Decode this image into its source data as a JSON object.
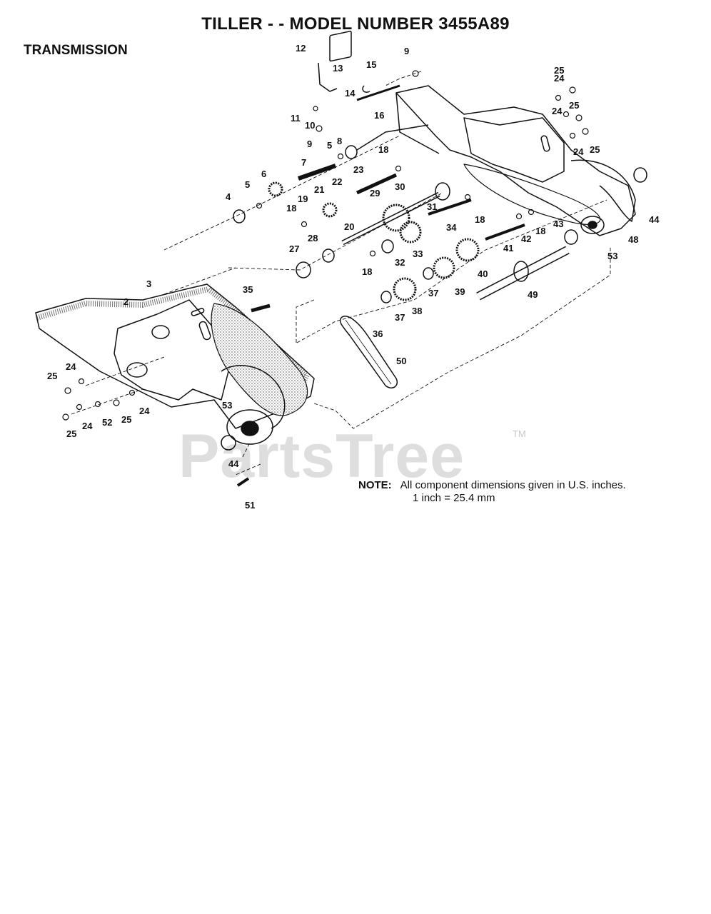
{
  "header": {
    "title": "TILLER - - MODEL NUMBER 3455A89",
    "section": "TRANSMISSION"
  },
  "watermark": {
    "text": "PartsTree",
    "tm": "TM"
  },
  "note": {
    "label": "NOTE:",
    "line1": "All component dimensions given in U.S. inches.",
    "line2": "1 inch = 25.4 mm"
  },
  "callouts": [
    "12",
    "13",
    "15",
    "9",
    "14",
    "16",
    "11",
    "10",
    "9",
    "8",
    "5",
    "7",
    "18",
    "23",
    "6",
    "5",
    "4",
    "21",
    "22",
    "19",
    "18",
    "20",
    "29",
    "30",
    "31",
    "18",
    "34",
    "28",
    "27",
    "32",
    "33",
    "18",
    "40",
    "41",
    "42",
    "18",
    "43",
    "35",
    "37",
    "39",
    "38",
    "37",
    "36",
    "49",
    "50",
    "3",
    "2",
    "24",
    "25",
    "24",
    "25",
    "24",
    "25",
    "24",
    "24",
    "25",
    "52",
    "25",
    "24",
    "25",
    "53",
    "44",
    "51",
    "44",
    "48",
    "53"
  ],
  "colors": {
    "ink": "#111111",
    "stipple": "#9a9a9a",
    "watermark": "#dedede"
  }
}
